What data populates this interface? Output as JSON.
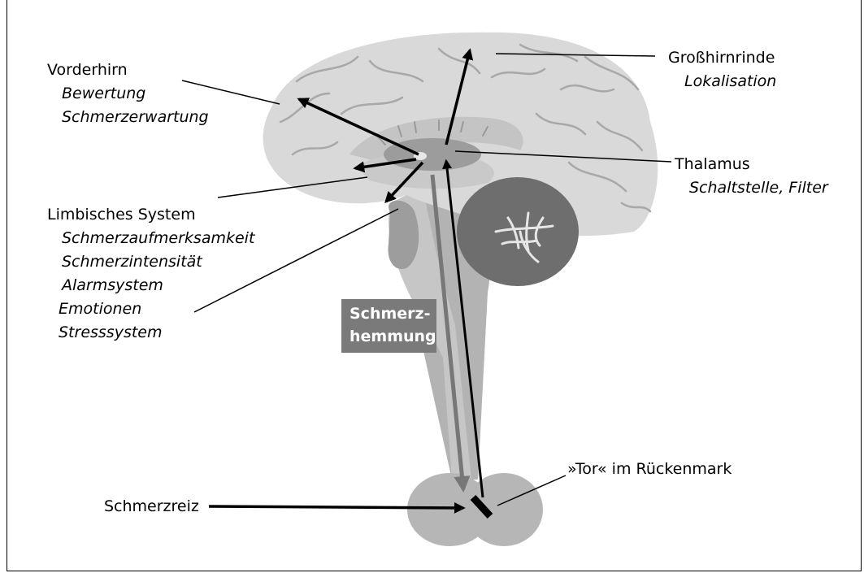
{
  "labels": {
    "vorderhirn": {
      "title": "Vorderhirn",
      "items": [
        "Bewertung",
        "Schmerzerwartung"
      ]
    },
    "grosshirnrinde": {
      "title": "Großhirnrinde",
      "items": [
        "Lokalisation"
      ]
    },
    "thalamus": {
      "title": "Thalamus",
      "items": [
        "Schaltstelle, Filter"
      ]
    },
    "limbisches": {
      "title": "Limbisches System",
      "items": [
        "Schmerzaufmerksamkeit",
        "Schmerzintensität",
        "Alarmsystem",
        "Emotionen",
        "Stresssystem"
      ]
    },
    "tor": {
      "title": "»Tor« im Rückenmark"
    },
    "schmerzreiz": {
      "title": "Schmerzreiz"
    }
  },
  "schmerzhemmung": {
    "line1": "Schmerz-",
    "line2": "hemmung"
  },
  "colors": {
    "cortex": "#d9d9d9",
    "inner": "#bdbdbd",
    "thalamus": "#9c9c9c",
    "cerebellum": "#6e6e6e",
    "cord": "#b3b3b3",
    "box": "#7a7a7a"
  }
}
